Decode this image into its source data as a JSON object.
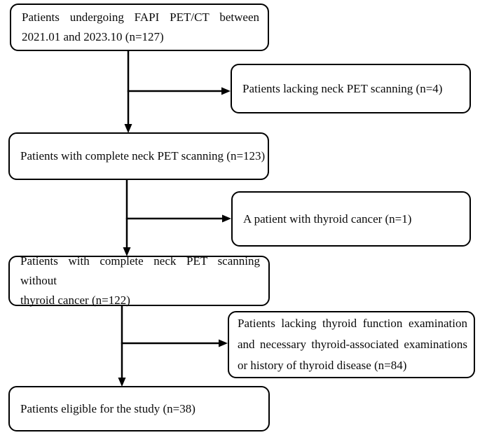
{
  "figure": {
    "type": "patient-selection-flowchart",
    "background_color": "#ffffff",
    "line_color": "#000000",
    "box_fill": "#ffffff"
  },
  "nodes": [
    {
      "id": "enrolled",
      "label": "Patients undergoing FAPI PET/CT between 2021.01 and 2023.10 (n=127)",
      "lines": [
        "Patients undergoing FAPI PET/CT between",
        "2021.01 and 2023.10 (n=127)"
      ]
    },
    {
      "id": "lacking-neck-pet",
      "label": "Patients lacking neck PET scanning (n=4)",
      "lines": [
        "Patients lacking neck PET scanning (n=4)"
      ]
    },
    {
      "id": "complete-neck-pet",
      "label": "Patients with complete neck PET scanning (n=123)",
      "lines": [
        "Patients with complete neck PET scanning (n=123)"
      ]
    },
    {
      "id": "thyroid-cancer",
      "label": "A patient with thyroid cancer (n=1)",
      "lines": [
        "A patient with thyroid cancer (n=1)"
      ]
    },
    {
      "id": "without-thyroid-cancer",
      "label": "Patients with complete neck PET scanning without thyroid cancer (n=122)",
      "lines": [
        "Patients with complete neck PET scanning without",
        "thyroid cancer (n=122)"
      ]
    },
    {
      "id": "lacking-thyroid-exams",
      "label": "Patients lacking thyroid function examination and necessary thyroid-associated examinations or history of thyroid disease (n=84)",
      "lines": [
        "Patients lacking thyroid function examination",
        "and necessary thyroid-associated examinations",
        "or history of thyroid disease (n=84)"
      ]
    },
    {
      "id": "eligible",
      "label": "Patients eligible for the study (n=38)",
      "lines": [
        "Patients eligible for the study (n=38)"
      ]
    }
  ],
  "edges": [
    {
      "from": "enrolled",
      "to": "complete-neck-pet"
    },
    {
      "from": "enrolled",
      "to": "lacking-neck-pet"
    },
    {
      "from": "complete-neck-pet",
      "to": "without-thyroid-cancer"
    },
    {
      "from": "complete-neck-pet",
      "to": "thyroid-cancer"
    },
    {
      "from": "without-thyroid-cancer",
      "to": "eligible"
    },
    {
      "from": "without-thyroid-cancer",
      "to": "lacking-thyroid-exams"
    }
  ]
}
